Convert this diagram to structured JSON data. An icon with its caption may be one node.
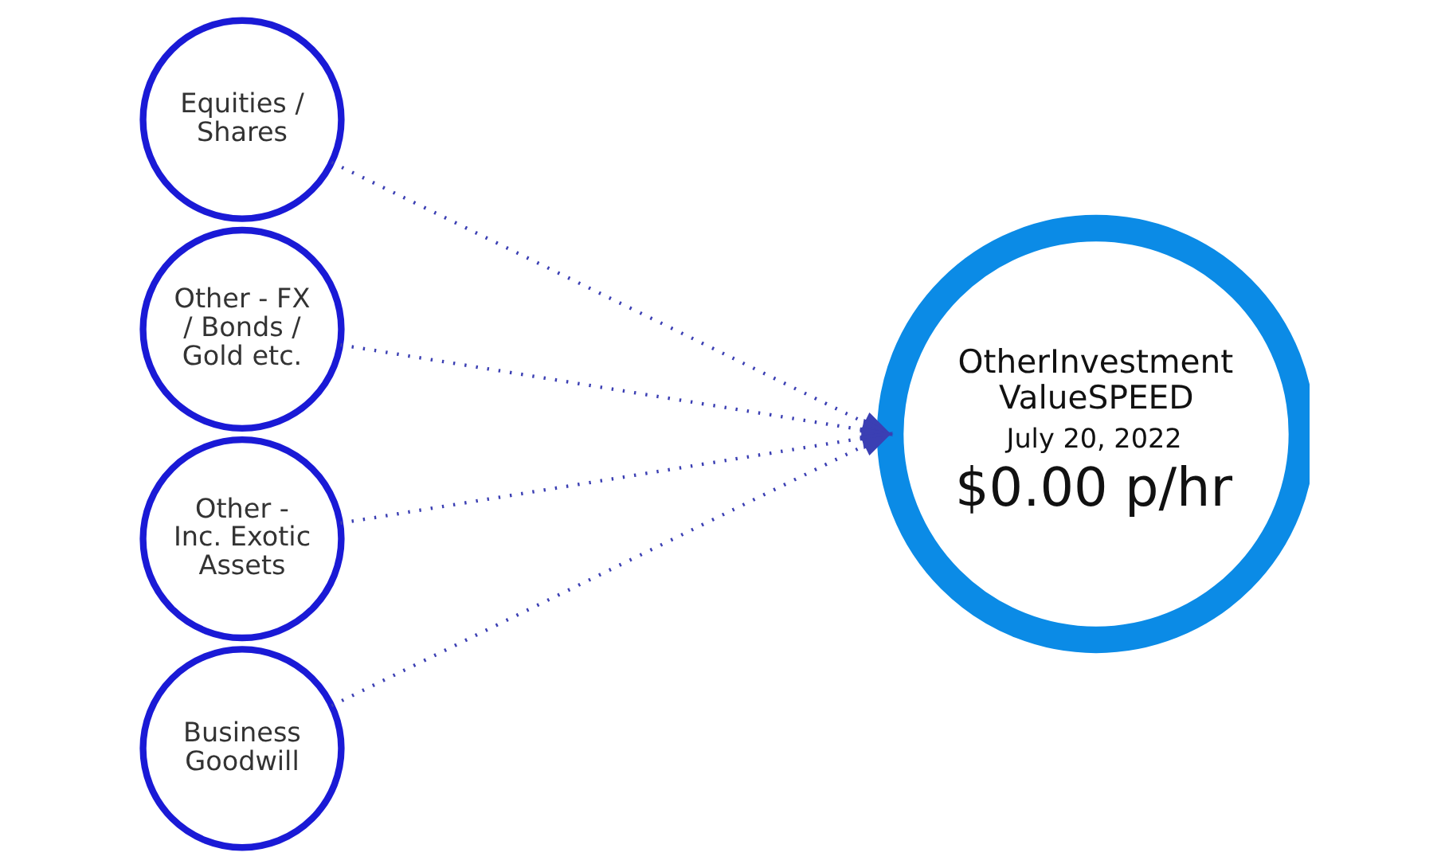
{
  "diagram": {
    "nodes": [
      {
        "text": [
          "Equities / Shares"
        ]
      },
      {
        "text": [
          "Other - FX / Bonds / Gold etc."
        ]
      },
      {
        "text": [
          "Other - Inc. Exotic Assets"
        ]
      },
      {
        "text": [
          "Business Goodwill"
        ]
      },
      {
        "text": [
          "OtherInvestment ValueSPEED",
          "July 20, 2022",
          "$0.00 p/hr"
        ]
      }
    ],
    "edges": [
      {
        "from": 0,
        "to": 4,
        "arrow": "to",
        "style": "dashed"
      },
      {
        "from": 1,
        "to": 4,
        "arrow": "to",
        "style": "dashed"
      },
      {
        "from": 2,
        "to": 4,
        "arrow": "to",
        "style": "dashed"
      },
      {
        "from": 3,
        "to": 4,
        "arrow": "to",
        "style": "dashed"
      }
    ]
  }
}
